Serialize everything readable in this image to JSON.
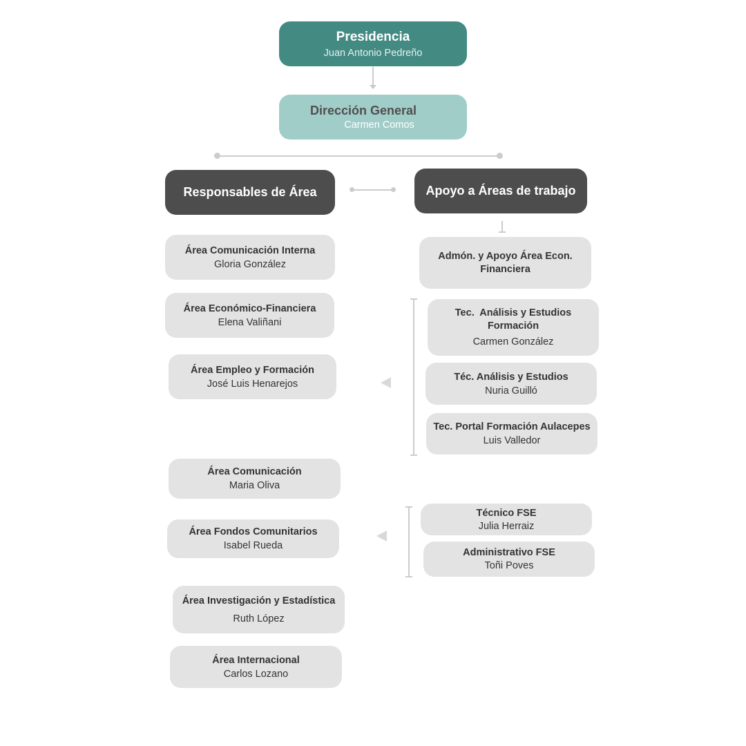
{
  "presidencia": {
    "title": "Presidencia",
    "name": "Juan Antonio Pedreño"
  },
  "direccion": {
    "title": "Dirección General",
    "name": "Carmen Comos"
  },
  "responsables": {
    "title": "Responsables de Área"
  },
  "apoyo": {
    "title": "Apoyo a Áreas de trabajo"
  },
  "areas": [
    {
      "title": "Área Comunicación Interna",
      "name": "Gloria González"
    },
    {
      "title": "Área Económico-Financiera",
      "name": "Elena Valiñani"
    },
    {
      "title": "Área Empleo y Formación",
      "name": "José Luis Henarejos"
    },
    {
      "title": "Área Comunicación",
      "name": "Maria Oliva"
    },
    {
      "title": "Área Fondos Comunitarios",
      "name": "Isabel Rueda"
    },
    {
      "title": "Área Investigación y Estadística",
      "name": "Ruth López"
    },
    {
      "title": "Área Internacional",
      "name": "Carlos Lozano"
    }
  ],
  "support": [
    {
      "title_l1": "Admón. y Apoyo Área Econ.",
      "title_l2": "Financiera"
    },
    {
      "title_l1": "Tec.  Análisis y Estudios",
      "title_l2": "Formación",
      "name": "Carmen González"
    },
    {
      "title": "Téc. Análisis y Estudios",
      "name": "Nuria Guilló"
    },
    {
      "title": "Tec. Portal Formación Aulacepes",
      "name": "Luis Valledor"
    },
    {
      "title": "Técnico FSE",
      "name": "Julia Herraiz"
    },
    {
      "title": "Administrativo FSE",
      "name": "Toñi Poves"
    }
  ],
  "colors": {
    "teal": "#438a83",
    "light_teal": "#a1cdc9",
    "dark": "#4d4d4d",
    "grey": "#e3e3e3"
  }
}
